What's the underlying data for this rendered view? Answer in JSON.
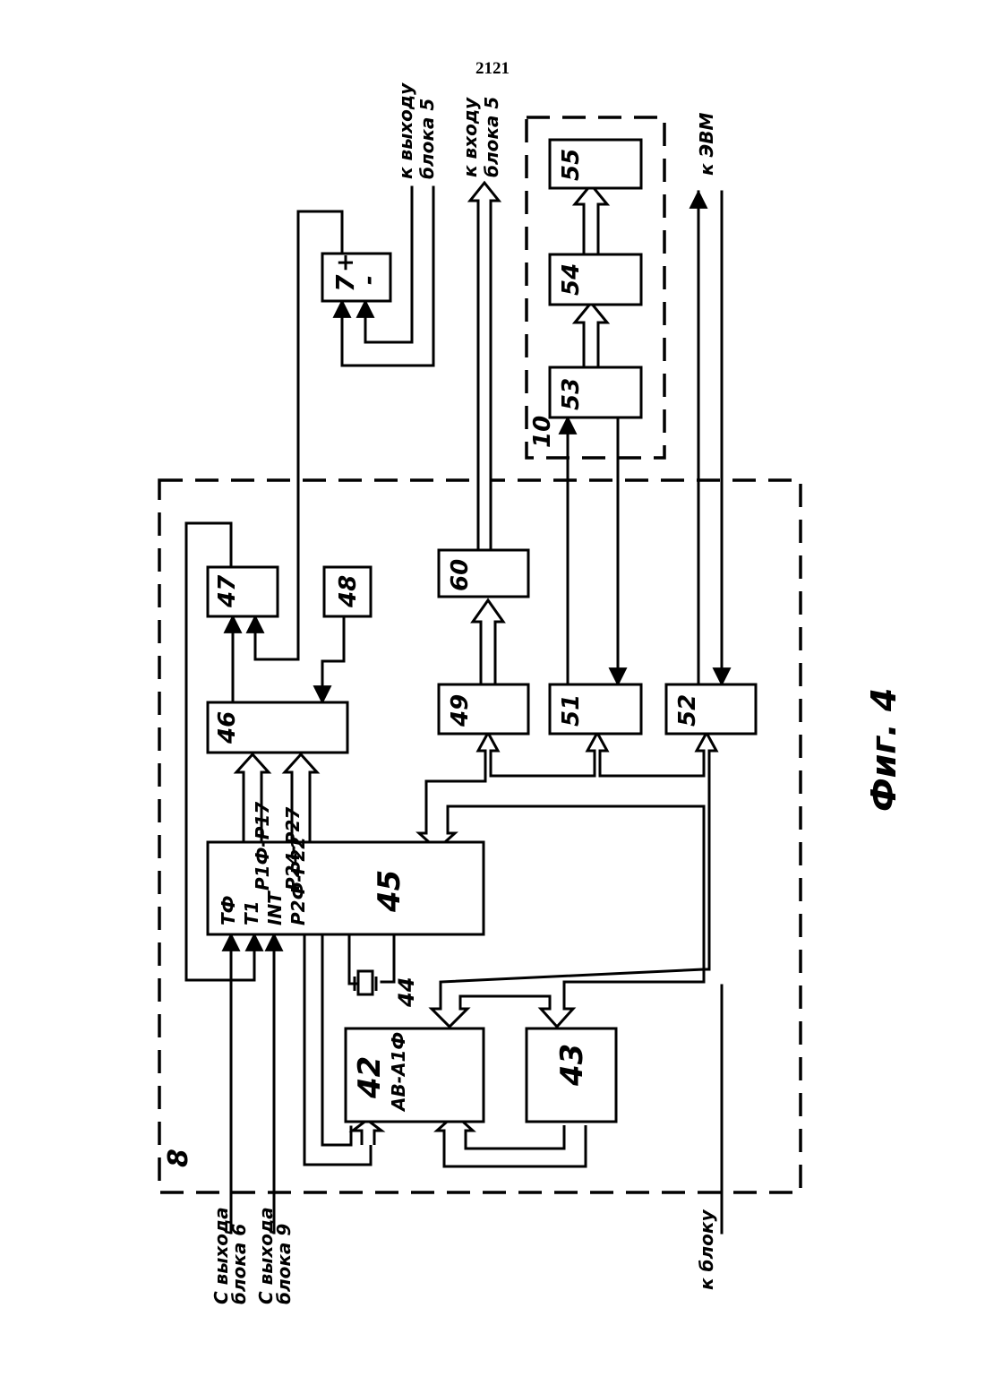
{
  "page_number": "2121",
  "figure_caption": "Фиг. 4",
  "frames": {
    "unit_8": "8",
    "unit_10": "10"
  },
  "blocks": {
    "b7": "7",
    "b7_plus": "+",
    "b7_minus": "-",
    "b42": "42",
    "b42_sub": "AB-A1Ф",
    "b43": "43",
    "b44": "44",
    "b45": "45",
    "b46": "46",
    "b47": "47",
    "b48": "48",
    "b49": "49",
    "b51": "51",
    "b52": "52",
    "b53": "53",
    "b54": "54",
    "b55": "55",
    "b60": "60"
  },
  "pins_45": {
    "t0": "TФ",
    "t1": "T1",
    "int": "INT",
    "p20_p22": "P2Ф-P22",
    "p10_p17": "P1Ф-P17",
    "p24_p27": "P24-P27"
  },
  "io_labels": {
    "from_block6_l1": "С выхода",
    "from_block6_l2": "блока 6",
    "from_block9_l1": "С выхода",
    "from_block9_l2": "блока 9",
    "to_block_bottom": "к блоку",
    "to_out5_l1": "к выходу",
    "to_out5_l2": "блока 5",
    "to_in5_l1": "к входу",
    "to_in5_l2": "блока 5",
    "to_evm": "к ЭВМ"
  }
}
